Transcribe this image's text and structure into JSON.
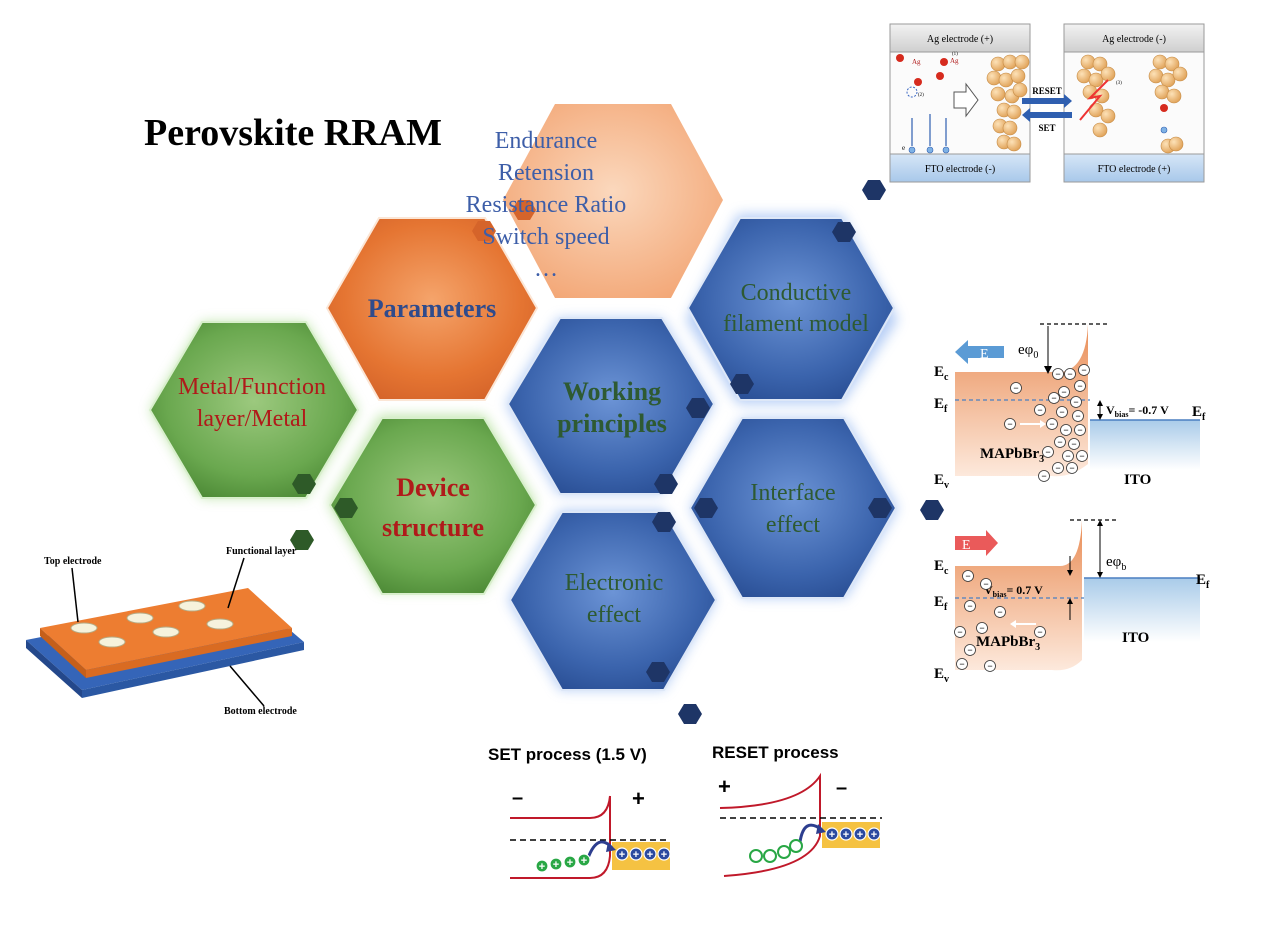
{
  "title": "Perovskite RRAM",
  "hexagons": {
    "parameters": "Parameters",
    "metal_function": [
      "Metal/Function",
      "layer/Metal"
    ],
    "device_structure": [
      "Device",
      "structure"
    ],
    "working_principles": [
      "Working",
      "principles"
    ],
    "conductive_filament": [
      "Conductive",
      "filament model"
    ],
    "interface_effect": [
      "Interface",
      "effect"
    ],
    "electronic_effect": [
      "Electronic",
      "effect"
    ],
    "params_list": [
      "Endurance",
      "Retension",
      "Resistance Ratio",
      "Switch speed",
      "…"
    ]
  },
  "device_schematic": {
    "top_electrode": "Top electrode",
    "functional_layer": "Functional layer",
    "bottom_electrode": "Bottom electrode"
  },
  "filament_figure": {
    "ag_plus": "Ag electrode (+)",
    "ag_minus": "Ag electrode (-)",
    "fto_minus": "FTO electrode (-)",
    "fto_plus": "FTO electrode (+)",
    "reset": "RESET",
    "set": "SET",
    "ag_label": "Ag",
    "ag_ion_label": "Ag",
    "step1": "(1)",
    "step2": "(2)",
    "step3": "(3)",
    "e_label": "e"
  },
  "band_top": {
    "e_arrow": "E",
    "ephi": "eφ",
    "ephi_sub": "0",
    "ec": "E",
    "ec_sub": "c",
    "ef": "E",
    "ef_sub": "f",
    "ev": "E",
    "ev_sub": "v",
    "vbias": "V",
    "vbias_sub": "bias",
    "vbias_val": "= -0.7 V",
    "ef_right": "E",
    "ef_right_sub": "f",
    "material": "MAPbBr",
    "material_sub": "3",
    "ito": "ITO",
    "minus": "−"
  },
  "band_bottom": {
    "e_arrow": "E",
    "ephi": "eφ",
    "ephi_sub": "b",
    "ec": "E",
    "ec_sub": "c",
    "ef": "E",
    "ef_sub": "f",
    "ev": "E",
    "ev_sub": "v",
    "vbias": "V",
    "vbias_sub": "bias",
    "vbias_val": "= 0.7 V",
    "ef_right": "E",
    "ef_right_sub": "f",
    "material": "MAPbBr",
    "material_sub": "3",
    "ito": "ITO",
    "minus": "−"
  },
  "set_reset": {
    "set_title": "SET process (1.5 V)",
    "reset_title": "RESET process",
    "set_left_sign": "–",
    "set_right_sign": "+",
    "reset_left_sign": "+",
    "reset_right_sign": "–",
    "plus": "+"
  },
  "colors": {
    "orange": "#e57532",
    "green": "#6aa84f",
    "blue": "#3b64ad",
    "title_text": "#2f4b8c",
    "dark_red": "#b01a1a",
    "dark_green_text": "#2e5a32"
  }
}
